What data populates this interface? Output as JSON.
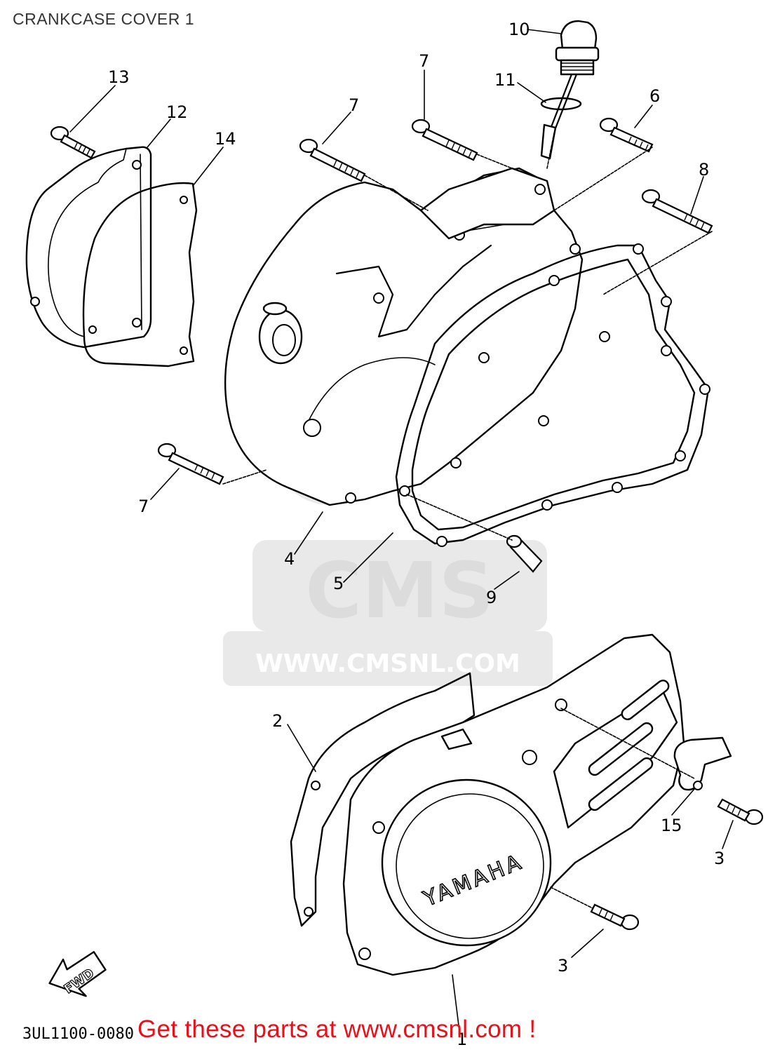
{
  "diagram": {
    "title": "CRANKCASE COVER 1",
    "drawing_code": "3UL1100-0080",
    "cta": "Get these parts at www.cmsnl.com !",
    "watermark": {
      "brand": "CMS",
      "url": "WWW.CMSNL.COM"
    },
    "cover_branding": "YAMAHA",
    "fwd_arrow": "FWD",
    "callouts": [
      {
        "id": "c1",
        "label": "1"
      },
      {
        "id": "c2",
        "label": "2"
      },
      {
        "id": "c3a",
        "label": "3"
      },
      {
        "id": "c3b",
        "label": "3"
      },
      {
        "id": "c4",
        "label": "4"
      },
      {
        "id": "c5",
        "label": "5"
      },
      {
        "id": "c6",
        "label": "6"
      },
      {
        "id": "c7a",
        "label": "7"
      },
      {
        "id": "c7b",
        "label": "7"
      },
      {
        "id": "c7c",
        "label": "7"
      },
      {
        "id": "c8",
        "label": "8"
      },
      {
        "id": "c9",
        "label": "9"
      },
      {
        "id": "c10",
        "label": "10"
      },
      {
        "id": "c11",
        "label": "11"
      },
      {
        "id": "c12",
        "label": "12"
      },
      {
        "id": "c13",
        "label": "13"
      },
      {
        "id": "c14",
        "label": "14"
      },
      {
        "id": "c15",
        "label": "15"
      }
    ]
  }
}
